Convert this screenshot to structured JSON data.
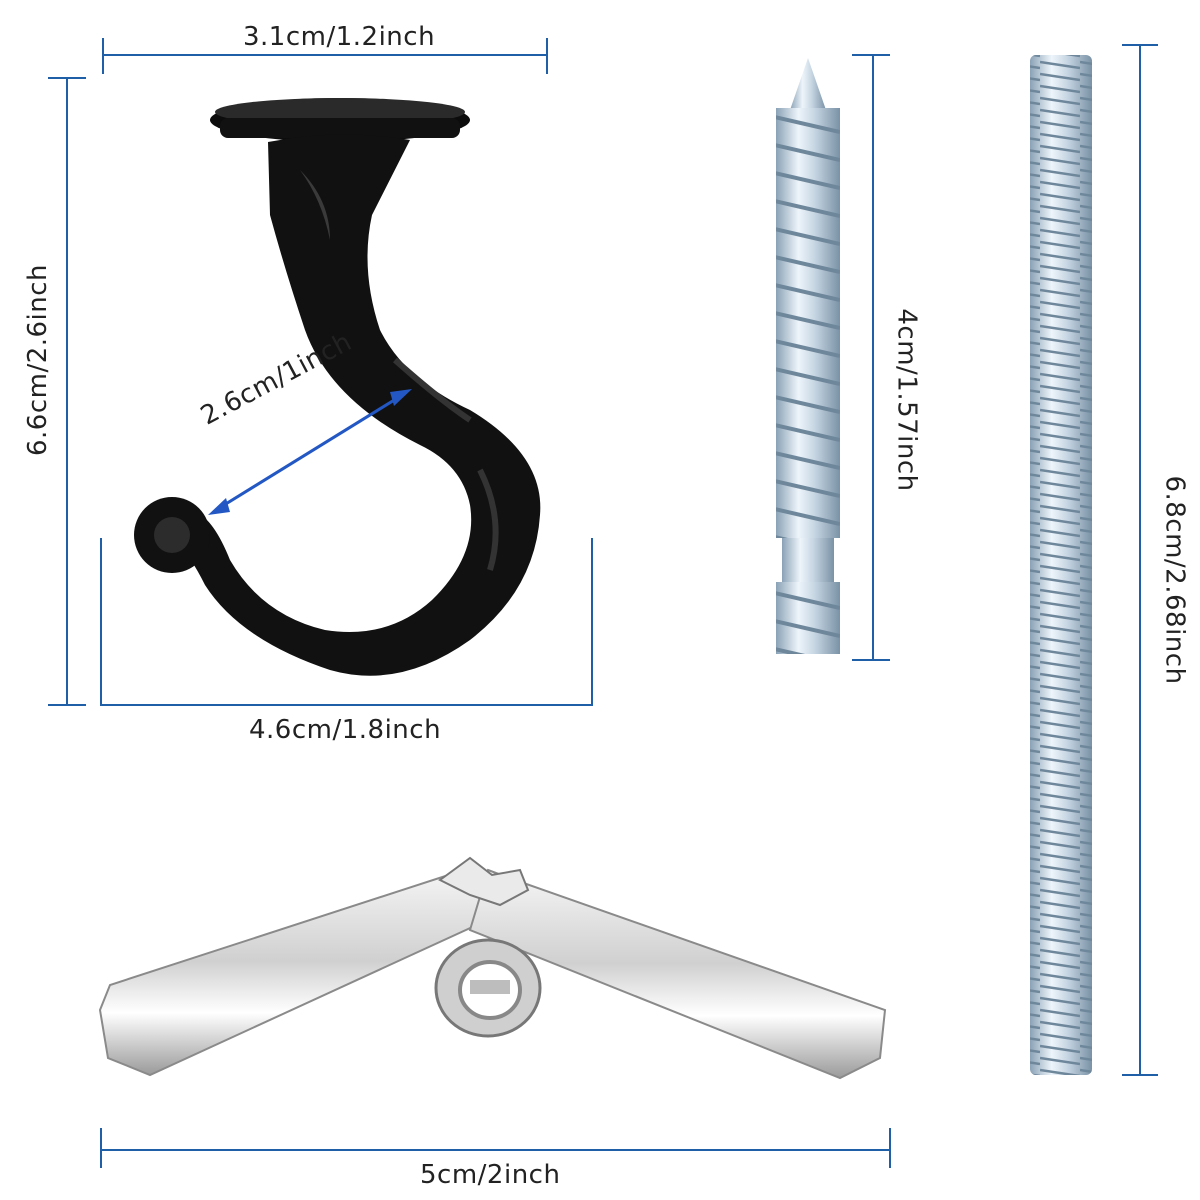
{
  "colors": {
    "dimension_line": "#1f5fa8",
    "arrow": "#2358c4",
    "hook": "#111111",
    "metal_light": "#e4eef6",
    "metal_dark": "#7f97ab"
  },
  "hook": {
    "width_label": "3.1cm/1.2inch",
    "height_label": "6.6cm/2.6inch",
    "opening_label": "2.6cm/1inch",
    "base_label": "4.6cm/1.8inch"
  },
  "screw": {
    "length_label": "4cm/1.57inch"
  },
  "threaded_rod": {
    "length_label": "6.8cm/2.68inch"
  },
  "toggle_anchor": {
    "width_label": "5cm/2inch"
  }
}
